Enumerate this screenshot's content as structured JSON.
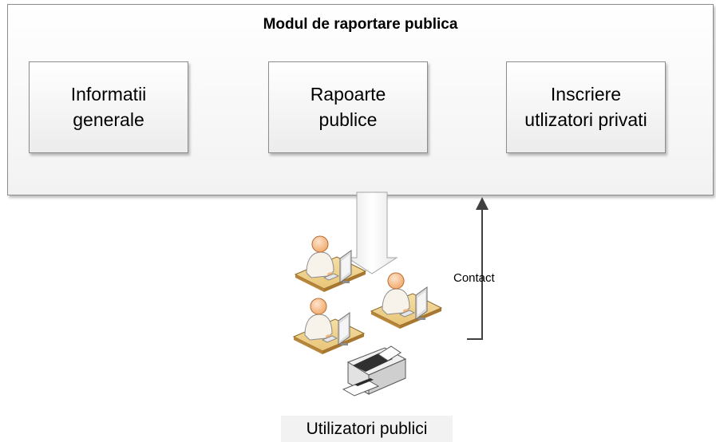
{
  "module": {
    "title": "Modul de raportare publica",
    "boxes": [
      {
        "line1": "Informatii",
        "line2": "generale"
      },
      {
        "line1": "Rapoarte",
        "line2": "publice"
      },
      {
        "line1": "Inscriere",
        "line2": "utlizatori privati"
      }
    ]
  },
  "arrows": {
    "contact_label": "Contact"
  },
  "users": {
    "label": "Utilizatori publici",
    "icons": [
      "user-workstation-icon",
      "user-workstation-icon",
      "user-workstation-icon",
      "printer-icon"
    ]
  }
}
